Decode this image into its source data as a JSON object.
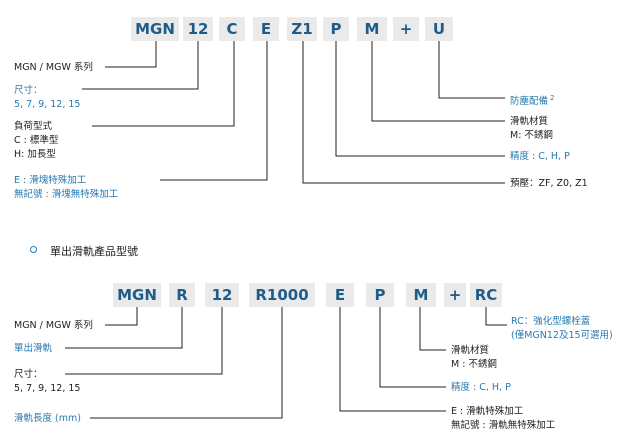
{
  "diagram1": {
    "codes": [
      "MGN",
      "12",
      "C",
      "E",
      "Z1",
      "P",
      "M",
      "+",
      "U"
    ],
    "labels": {
      "series": "MGN / MGW 系列",
      "size_title": "尺寸：",
      "size_values": "5, 7, 9, 12, 15",
      "load_title": "負荷型式",
      "load_c": "C : 標準型",
      "load_h": "H: 加長型",
      "e_line1": "E : 滑塊特殊加工",
      "e_line2": "無記號 : 滑塊無特殊加工",
      "preload": "預壓：ZF, Z0, Z1",
      "precision": "精度 : C, H, P",
      "material_title": "滑軌材質",
      "material_value": "M: 不銹鋼",
      "dust": "防塵配備",
      "dust_sup": "2"
    }
  },
  "section_title": "單出滑軌產品型號",
  "diagram2": {
    "codes": [
      "MGN",
      "R",
      "12",
      "R1000",
      "E",
      "P",
      "M",
      "+",
      "RC"
    ],
    "labels": {
      "series": "MGN / MGW 系列",
      "rail": "單出滑軌",
      "size_title": "尺寸：",
      "size_values": "5, 7, 9, 12, 15",
      "length": "滑軌長度 (mm)",
      "e_line1": "E : 滑軌特殊加工",
      "e_line2": "無記號 : 滑軌無特殊加工",
      "precision": "精度 : C, H, P",
      "material_title": "滑軌材質",
      "material_value": "M : 不銹鋼",
      "rc_line1": "RC：強化型鏍栓蓋",
      "rc_line2": "(僅MGN12及15可選用)"
    }
  },
  "colors": {
    "code_text": "#1e5c8a",
    "code_bg": "#eaeaea",
    "blue_text": "#2a7ab0",
    "line": "#222222"
  }
}
